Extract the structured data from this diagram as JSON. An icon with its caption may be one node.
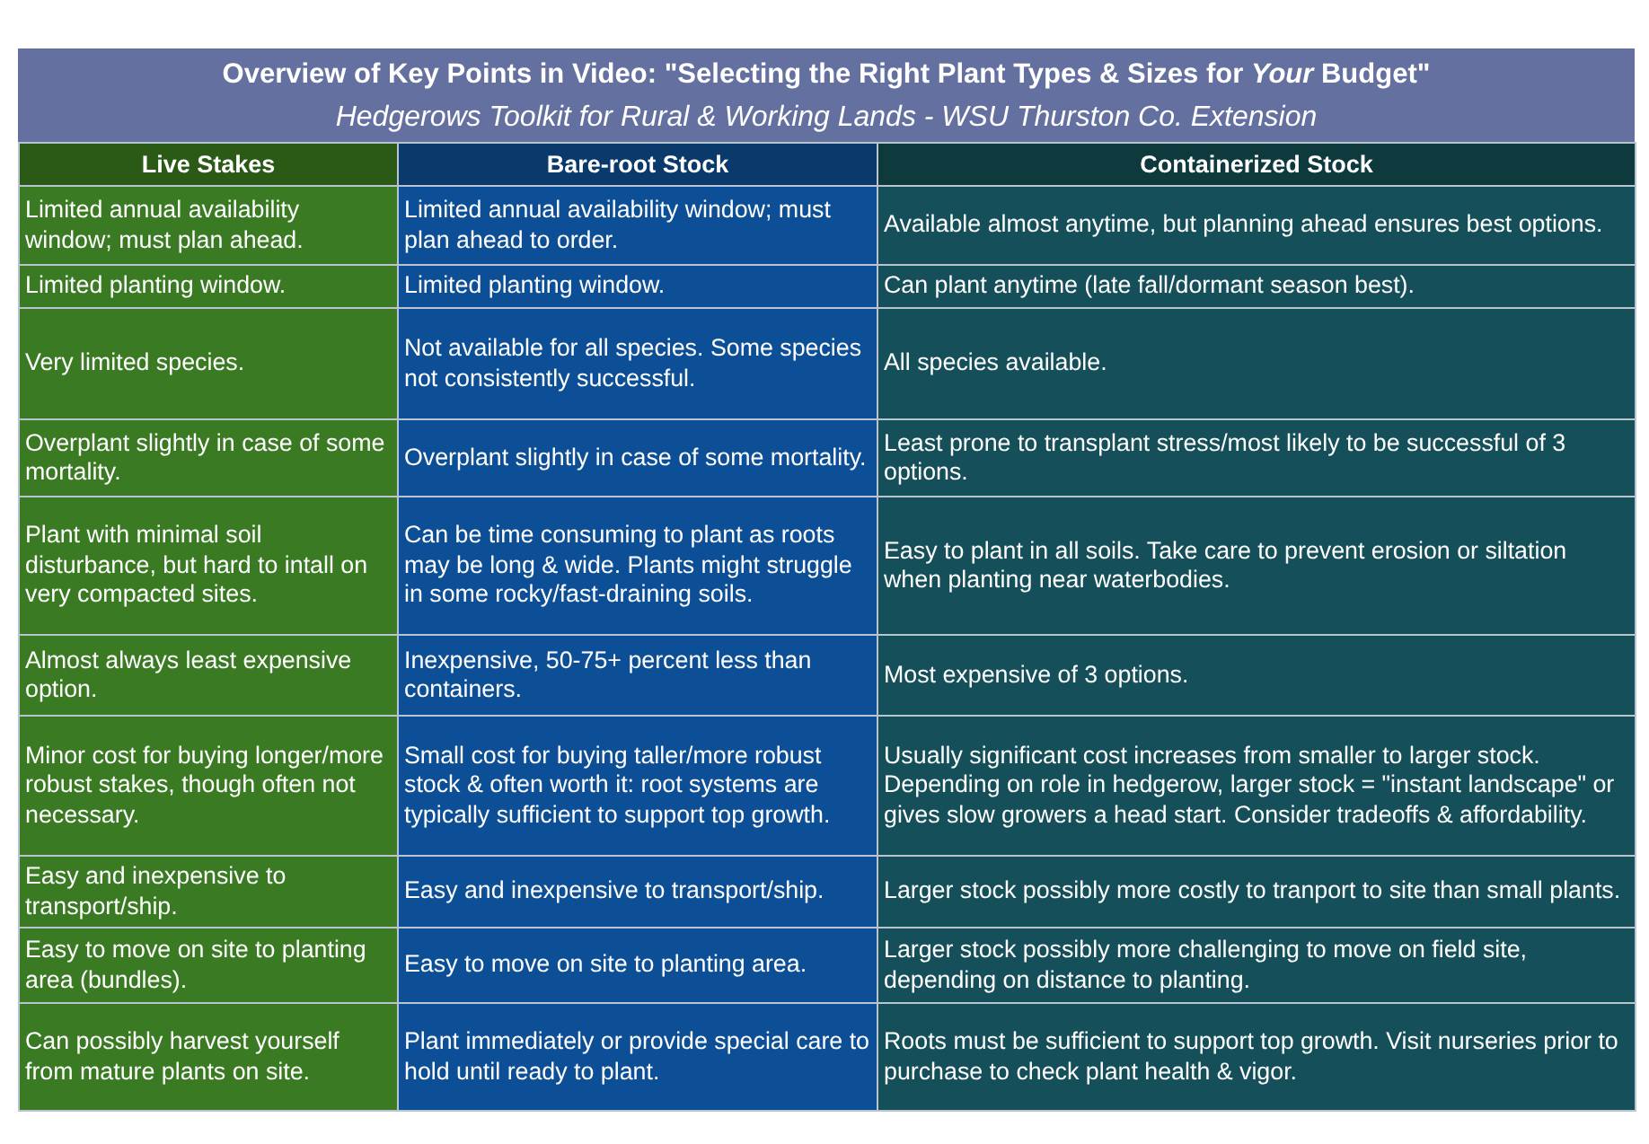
{
  "diagram": {
    "title": "Overview of Key Points in Video: \"Selecting the Right Plant Types & Sizes for *Your* Budget\"",
    "labels": [
      "Hedgerows Toolkit for Rural & Working Lands - WSU Thurston Co. Extension",
      "Live Stakes",
      "Bare-root Stock",
      "Containerized Stock",
      "Limited annual availability window; must plan ahead.",
      "Limited annual availability window; must plan ahead to order.",
      "Available almost anytime, but planning ahead ensures best options.",
      "Limited planting window.",
      "Limited planting window.",
      "Can plant anytime (late fall/dormant season best).",
      "Very limited species.",
      "Not available for all species. Some species not consistently successful.",
      "All species available.",
      "Overplant slightly in case of some mortality.",
      "Overplant slightly in case of some mortality.",
      "Least prone to transplant stress/most likely to be successful of 3 options.",
      "Plant with minimal soil disturbance, but hard to intall on very compacted sites.",
      "Can be time consuming to plant as roots may be long & wide. Plants might struggle in some rocky/fast-draining soils.",
      "Easy to plant in all soils. Take care to prevent erosion or siltation when planting near waterbodies.",
      "Almost always least expensive option.",
      "Inexpensive, 50-75+ percent less than containers.",
      "Most expensive of 3 options.",
      "Minor cost for buying longer/more robust stakes, though often not necessary.",
      "Small cost for buying taller/more robust stock & often worth it: root systems are typically sufficient to support top growth.",
      "Usually significant cost increases from smaller to larger stock. Depending on role in hedgerow, larger stock = \"instant landscape\" or gives slow growers a head start. Consider tradeoffs & affordability.",
      "Easy and inexpensive to transport/ship.",
      "Easy and inexpensive to transport/ship.",
      "Larger stock possibly more costly to tranport to site than small plants.",
      "Easy to move on site to planting area (bundles).",
      "Easy to move on site to planting area.",
      "Larger stock possibly more challenging to move on field site, depending on distance to planting.",
      "Can possibly harvest yourself from mature plants on site.",
      "Plant immediately or provide special care to hold until ready to plant.",
      "Roots must be sufficient to support top growth. Visit nurseries prior to purchase to check plant health & vigor."
    ]
  }
}
